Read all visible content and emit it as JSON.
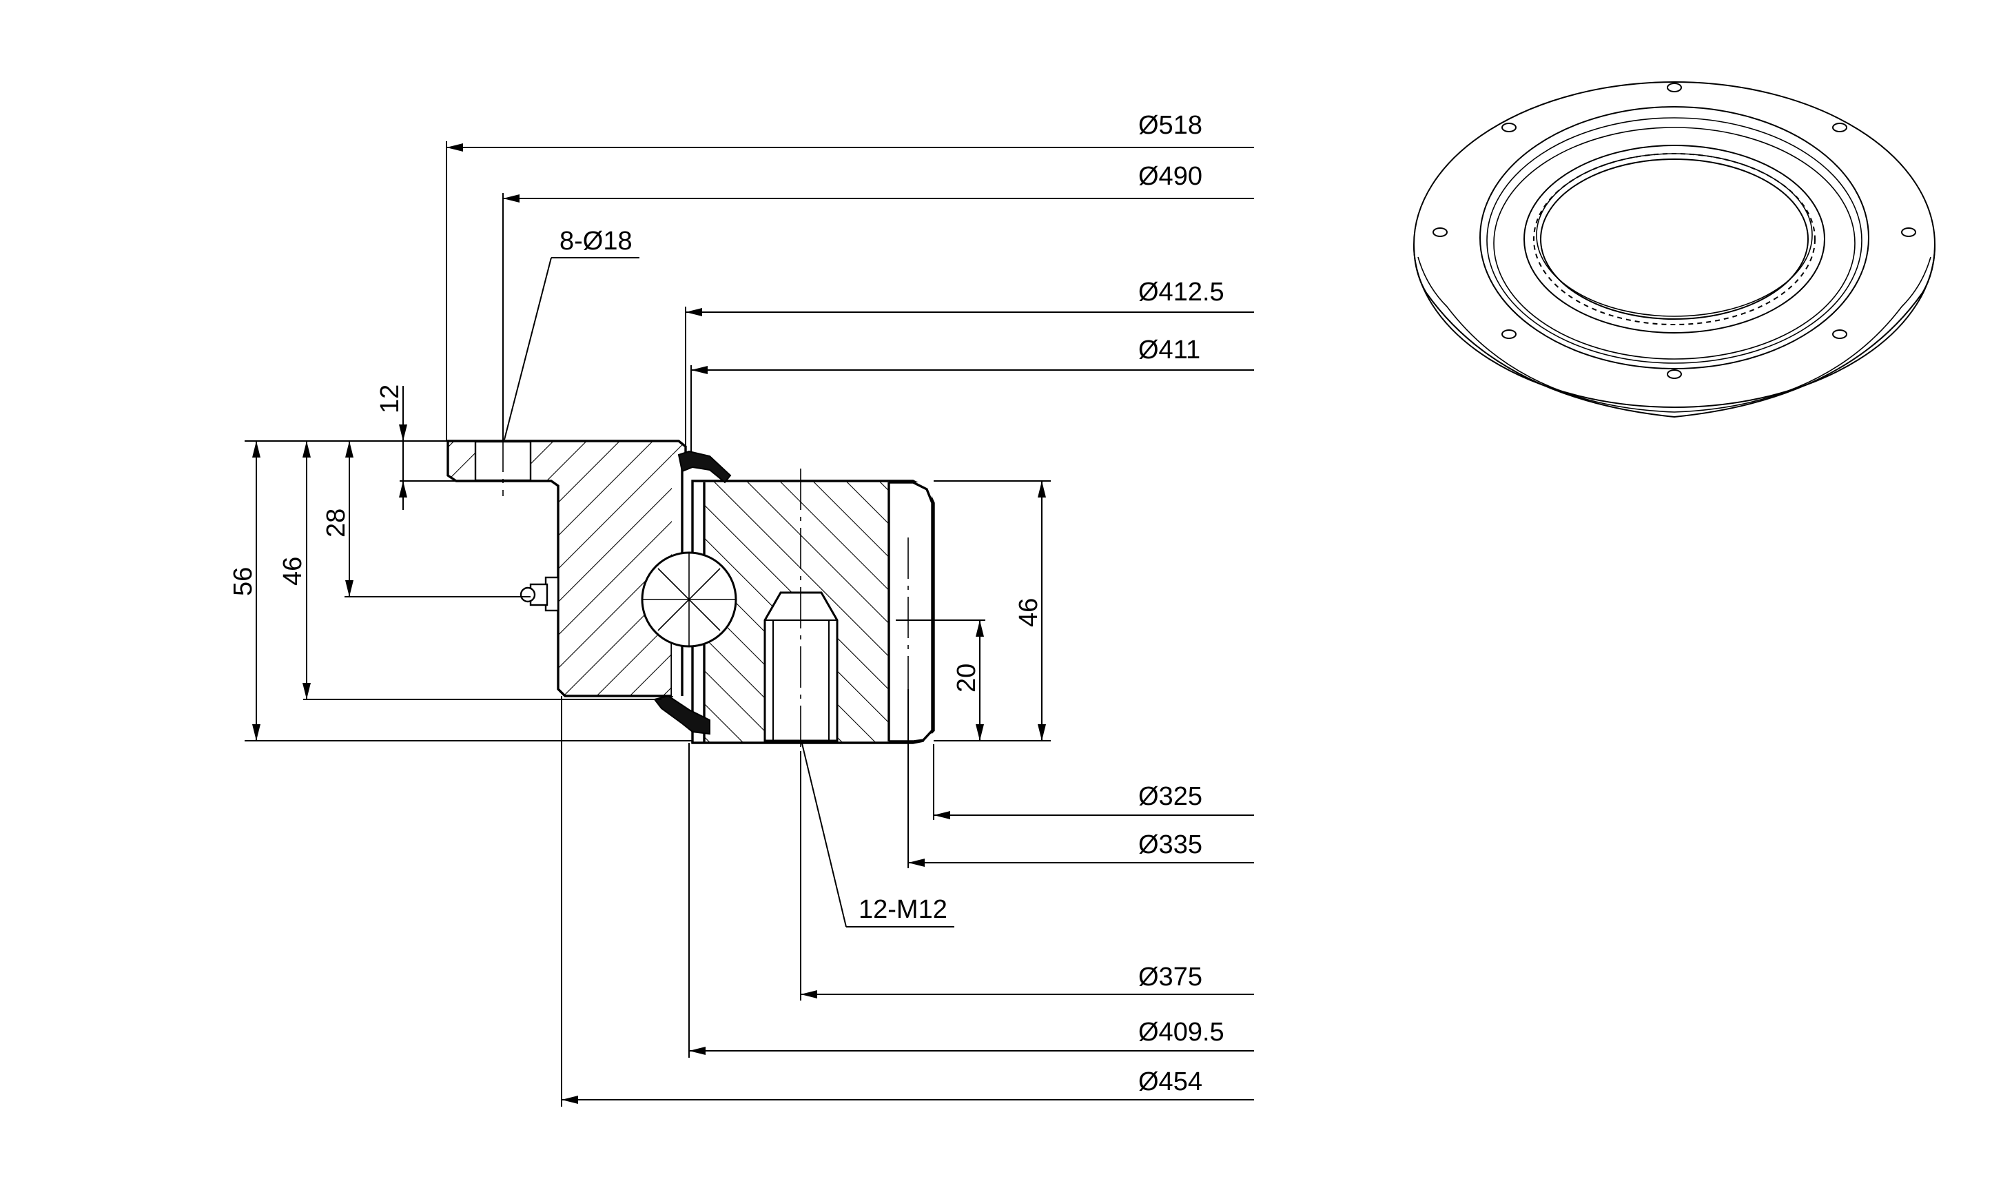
{
  "dimensions": {
    "d518": "Ø518",
    "d490": "Ø490",
    "holes": "8-Ø18",
    "d412_5": "Ø412.5",
    "d411": "Ø411",
    "h12": "12",
    "h28": "28",
    "h46_left": "46",
    "h56": "56",
    "h46_right": "46",
    "h20": "20",
    "d325": "Ø325",
    "d335": "Ø335",
    "thread": "12-M12",
    "d375": "Ø375",
    "d409_5": "Ø409.5",
    "d454": "Ø454"
  },
  "colors": {
    "line": "#000000",
    "background": "#ffffff",
    "seal": "#111111"
  }
}
